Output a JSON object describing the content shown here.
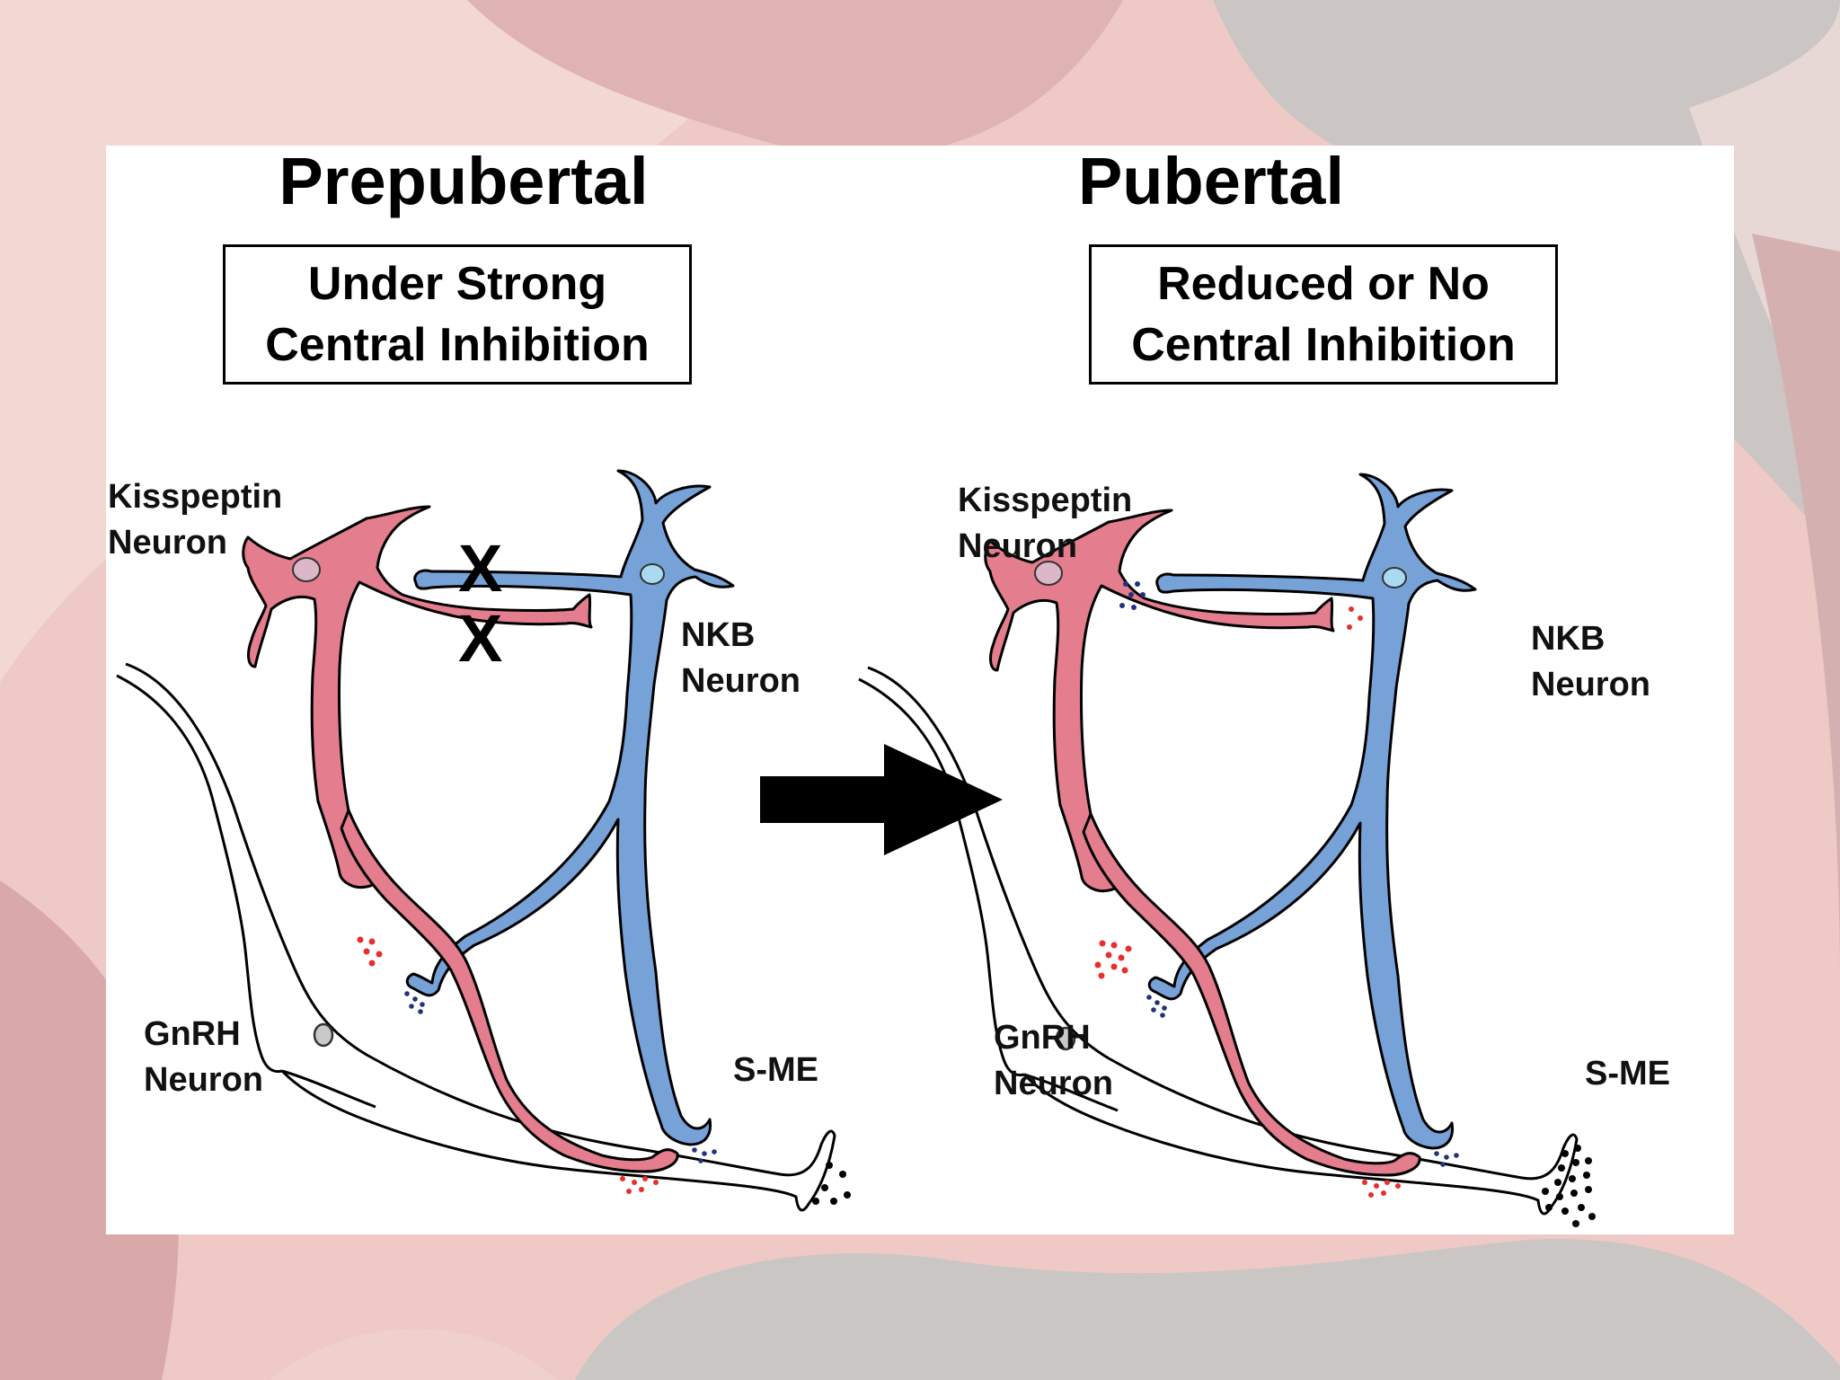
{
  "colors": {
    "kisspeptin": "#e47d8e",
    "nkb": "#77a2d8",
    "kiss_soma": "#dcb7c8",
    "nkb_soma": "#a9daf1",
    "gnrh_nucleus": "#c9c9c9",
    "red_dots": "#e5302f",
    "blue_dots": "#23317c",
    "black_dots": "#000000"
  },
  "panels": [
    {
      "title": "Prepubertal",
      "box_line1": "Under Strong",
      "box_line2": "Central Inhibition",
      "kiss_label1": "Kisspeptin",
      "kiss_label2": "Neuron",
      "nkb_label1": "NKB",
      "nkb_label2": "Neuron",
      "gnrh_label1": "GnRH",
      "gnrh_label2": "Neuron",
      "sme_label": "S-ME",
      "inhibition_mark_1": "X",
      "inhibition_mark_2": "X"
    },
    {
      "title": "Pubertal",
      "box_line1": "Reduced or No",
      "box_line2": "Central Inhibition",
      "kiss_label1": "Kisspeptin",
      "kiss_label2": "Neuron",
      "nkb_label1": "NKB",
      "nkb_label2": "Neuron",
      "gnrh_label1": "GnRH",
      "gnrh_label2": "Neuron",
      "sme_label": "S-ME"
    }
  ],
  "transition_arrow": "right-arrow-icon"
}
